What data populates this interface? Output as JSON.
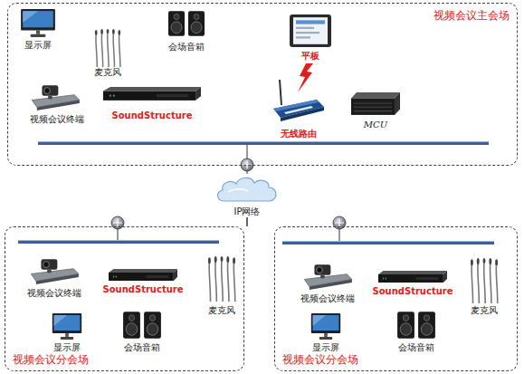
{
  "diagram": {
    "nodes": [
      {
        "text": [
          "视频会议主会场"
        ]
      },
      {
        "text": [
          "显示屏"
        ],
        "in": 0
      },
      {
        "text": [
          "麦克风"
        ],
        "in": 0
      },
      {
        "text": [
          "会场音箱"
        ],
        "in": 0
      },
      {
        "text": [
          "平板"
        ],
        "in": 0
      },
      {
        "text": [
          "视频会议终端"
        ],
        "in": 0
      },
      {
        "text": [
          "SoundStructure"
        ],
        "in": 0
      },
      {
        "text": [
          "无线路由"
        ],
        "in": 0
      },
      {
        "text": [
          "MCU"
        ],
        "in": 0
      },
      {
        "text": [
          "IP网络"
        ]
      },
      {
        "text": [
          "视频会议分会场"
        ]
      },
      {
        "text": [
          "视频会议终端"
        ],
        "in": 10
      },
      {
        "text": [
          "SoundStructure"
        ],
        "in": 10
      },
      {
        "text": [
          "麦克风"
        ],
        "in": 10
      },
      {
        "text": [
          "显示屏"
        ],
        "in": 10
      },
      {
        "text": [
          "会场音箱"
        ],
        "in": 10
      },
      {
        "text": [
          "视频会议分会场"
        ]
      },
      {
        "text": [
          "视频会议终端"
        ],
        "in": 16
      },
      {
        "text": [
          "SoundStructure"
        ],
        "in": 16
      },
      {
        "text": [
          "麦克风"
        ],
        "in": 16
      },
      {
        "text": [
          "显示屏"
        ],
        "in": 16
      },
      {
        "text": [
          "会场音箱"
        ],
        "in": 16
      }
    ],
    "edges": [
      {
        "from": 9,
        "to": 0,
        "arrow": "none"
      },
      {
        "from": 9,
        "to": 10,
        "arrow": "none"
      },
      {
        "from": 9,
        "to": 16,
        "arrow": "none"
      }
    ]
  }
}
